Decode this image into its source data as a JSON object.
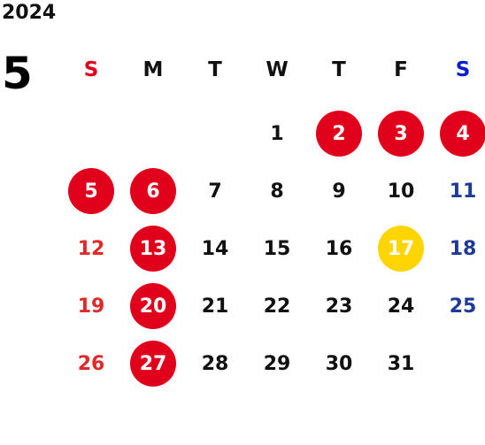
{
  "year": "2024",
  "month": "5",
  "weekdays": [
    "S",
    "M",
    "T",
    "W",
    "T",
    "F",
    "S"
  ],
  "weekday_colors": {
    "sunday": "#e0001b",
    "saturday": "#0a1ecc",
    "default": "#111111"
  },
  "highlight_colors": {
    "holiday": "#e0001b",
    "special": "#ffd500"
  },
  "weeks": [
    [
      null,
      null,
      null,
      {
        "d": "1"
      },
      {
        "d": "2",
        "mark": "holiday"
      },
      {
        "d": "3",
        "mark": "holiday"
      },
      {
        "d": "4",
        "mark": "holiday"
      }
    ],
    [
      {
        "d": "5",
        "mark": "holiday"
      },
      {
        "d": "6",
        "mark": "holiday"
      },
      {
        "d": "7"
      },
      {
        "d": "8"
      },
      {
        "d": "9"
      },
      {
        "d": "10"
      },
      {
        "d": "11"
      }
    ],
    [
      {
        "d": "12"
      },
      {
        "d": "13",
        "mark": "holiday"
      },
      {
        "d": "14"
      },
      {
        "d": "15"
      },
      {
        "d": "16"
      },
      {
        "d": "17",
        "mark": "special"
      },
      {
        "d": "18"
      }
    ],
    [
      {
        "d": "19"
      },
      {
        "d": "20",
        "mark": "holiday"
      },
      {
        "d": "21"
      },
      {
        "d": "22"
      },
      {
        "d": "23"
      },
      {
        "d": "24"
      },
      {
        "d": "25"
      }
    ],
    [
      {
        "d": "26"
      },
      {
        "d": "27",
        "mark": "holiday"
      },
      {
        "d": "28"
      },
      {
        "d": "29"
      },
      {
        "d": "30"
      },
      {
        "d": "31"
      },
      null
    ]
  ]
}
